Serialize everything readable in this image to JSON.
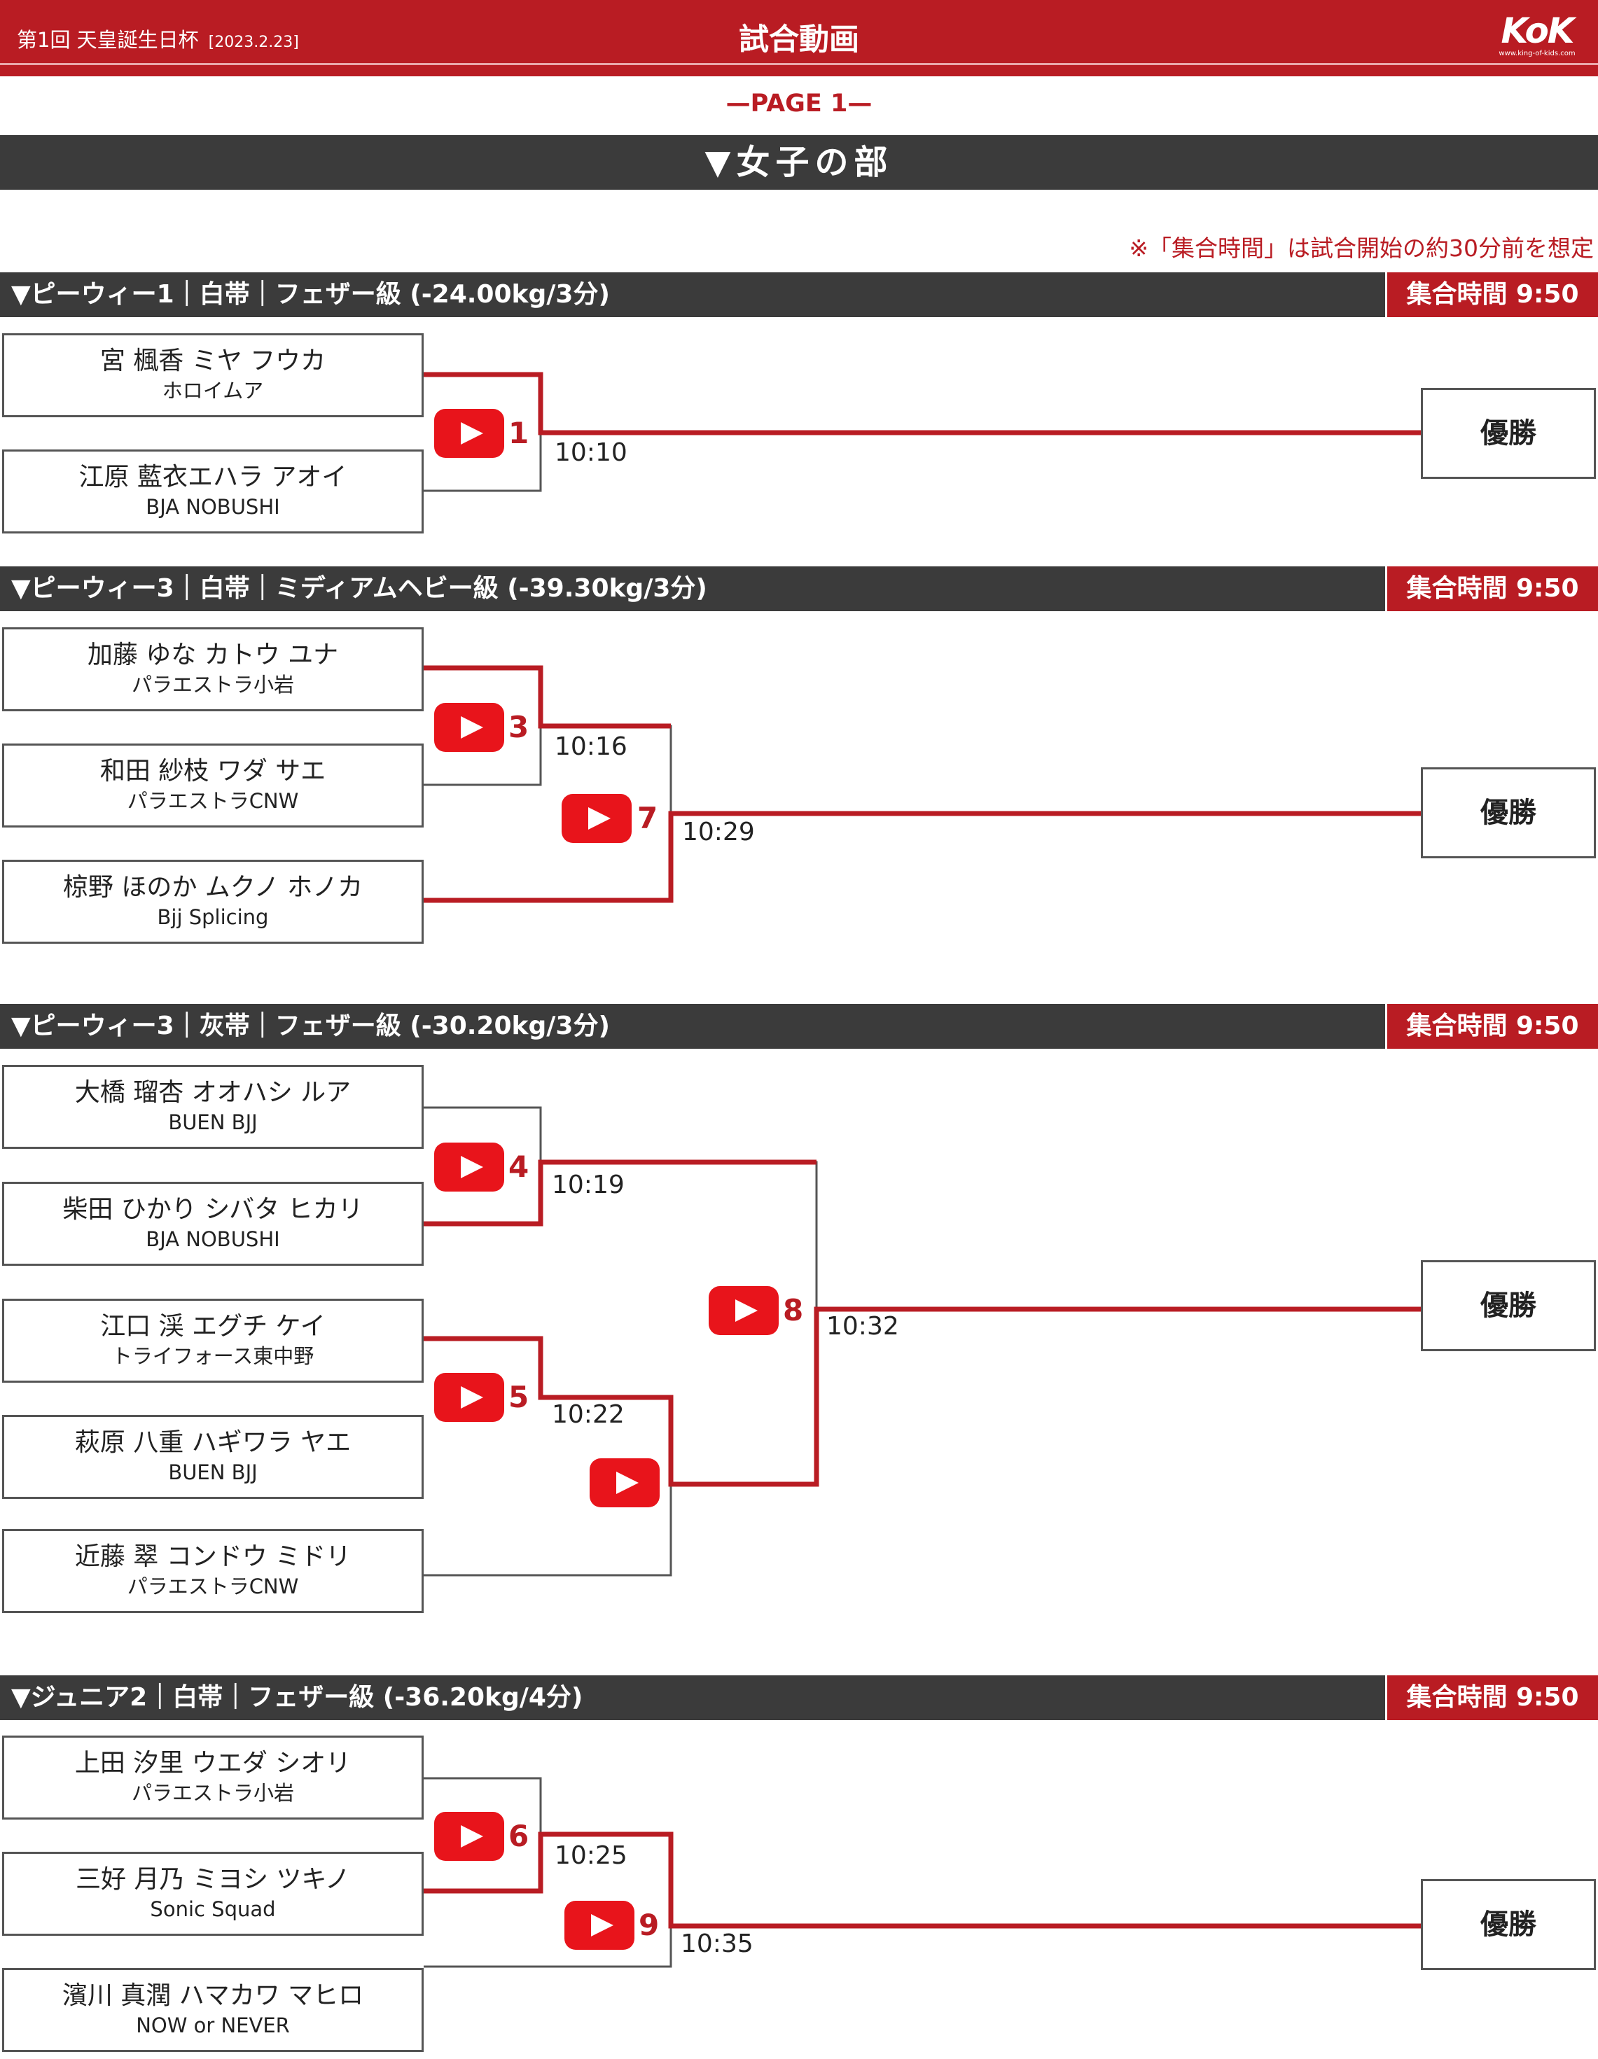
{
  "header": {
    "event": "第1回 天皇誕生日杯",
    "date": "[2023.2.23]",
    "title": "試合動画",
    "logo_text": "KoK",
    "logo_url": "www.king-of-kids.com"
  },
  "page_label": "—PAGE 1—",
  "division": "▼女子の部",
  "note": "※「集合時間」は試合開始の約30分前を想定",
  "champion_label": "優勝",
  "brackets": [
    {
      "title": "▼ピーウィー1｜白帯｜フェザー級 (-24.00kg/3分)",
      "assembly_time": "集合時間 9:50",
      "players": [
        {
          "name": "宮 楓香 ミヤ フウカ",
          "team": "ホロイムア"
        },
        {
          "name": "江原 藍衣エハラ アオイ",
          "team": "BJA NOBUSHI"
        }
      ],
      "matches": [
        {
          "number": "1",
          "time": "10:10"
        }
      ]
    },
    {
      "title": "▼ピーウィー3｜白帯｜ミディアムヘビー級 (-39.30kg/3分)",
      "assembly_time": "集合時間 9:50",
      "players": [
        {
          "name": "加藤 ゆな カトウ ユナ",
          "team": "パラエストラ小岩"
        },
        {
          "name": "和田 紗枝 ワダ サエ",
          "team": "パラエストラCNW"
        },
        {
          "name": "椋野 ほのか ムクノ ホノカ",
          "team": "Bjj Splicing"
        }
      ],
      "matches": [
        {
          "number": "3",
          "time": "10:16"
        },
        {
          "number": "7",
          "time": "10:29"
        }
      ]
    },
    {
      "title": "▼ピーウィー3｜灰帯｜フェザー級 (-30.20kg/3分)",
      "assembly_time": "集合時間 9:50",
      "players": [
        {
          "name": "大橋 瑠杏 オオハシ ルア",
          "team": "BUEN BJJ"
        },
        {
          "name": "柴田 ひかり シバタ ヒカリ",
          "team": "BJA NOBUSHI"
        },
        {
          "name": "江口 渓 エグチ ケイ",
          "team": "トライフォース東中野"
        },
        {
          "name": "萩原 八重 ハギワラ ヤエ",
          "team": "BUEN BJJ"
        },
        {
          "name": "近藤 翠 コンドウ ミドリ",
          "team": "パラエストラCNW"
        }
      ],
      "matches": [
        {
          "number": "4",
          "time": "10:19"
        },
        {
          "number": "5",
          "time": "10:22"
        },
        {
          "number": "8",
          "time": "10:32"
        }
      ]
    },
    {
      "title": "▼ジュニア2｜白帯｜フェザー級 (-36.20kg/4分)",
      "assembly_time": "集合時間 9:50",
      "players": [
        {
          "name": "上田 汐里 ウエダ シオリ",
          "team": "パラエストラ小岩"
        },
        {
          "name": "三好 月乃 ミヨシ ツキノ",
          "team": "Sonic Squad"
        },
        {
          "name": "濱川 真潤 ハマカワ マヒロ",
          "team": "NOW or NEVER"
        }
      ],
      "matches": [
        {
          "number": "6",
          "time": "10:25"
        },
        {
          "number": "9",
          "time": "10:35"
        }
      ]
    }
  ],
  "colors": {
    "accent": "#b91c23",
    "bar": "#3b3b3b",
    "play": "#e8141b"
  }
}
